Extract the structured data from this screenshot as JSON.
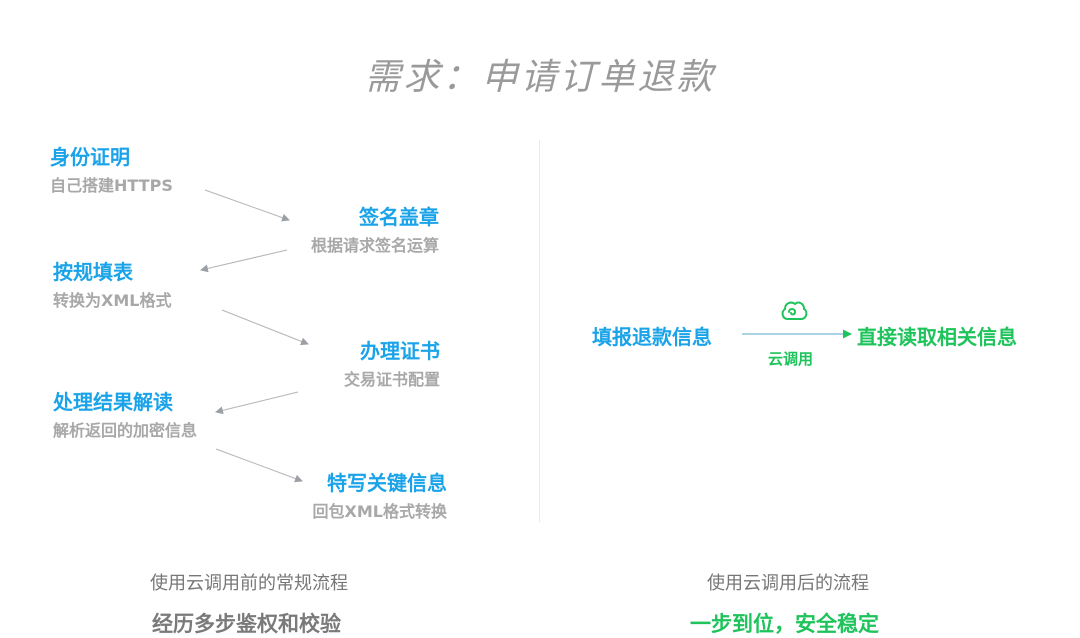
{
  "title": "需求：申请订单退款",
  "colors": {
    "title": "#9a9a9a",
    "step_blue": "#1aa3e8",
    "sub_gray": "#a8a8a8",
    "arrow_gray": "#b4b4b4",
    "arrow_blue": "#7bb6d6",
    "green": "#1ec35b",
    "caption": "#777777",
    "summary_gray": "#7a7a7a",
    "divider": "#e9e9e9"
  },
  "before": {
    "steps": [
      {
        "title": "身份证明",
        "sub": "自己搭建HTTPS"
      },
      {
        "title": "签名盖章",
        "sub": "根据请求签名运算"
      },
      {
        "title": "按规填表",
        "sub": "转换为XML格式"
      },
      {
        "title": "办理证书",
        "sub": "交易证书配置"
      },
      {
        "title": "处理结果解读",
        "sub": "解析返回的加密信息"
      },
      {
        "title": "特写关键信息",
        "sub": "回包XML格式转换"
      }
    ],
    "caption": "使用云调用前的常规流程",
    "summary": "经历多步鉴权和校验"
  },
  "after": {
    "start": "填报退款信息",
    "cloud_icon": "cloud-call-icon",
    "cloud_label": "云调用",
    "end": "直接读取相关信息",
    "caption": "使用云调用后的流程",
    "summary": "一步到位，安全稳定"
  }
}
